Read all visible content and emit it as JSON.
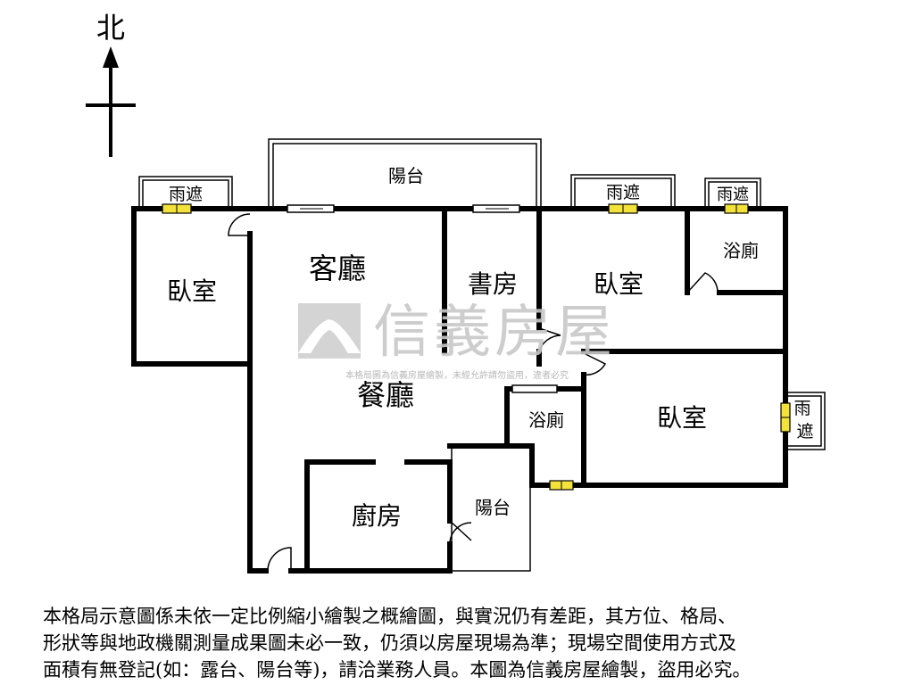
{
  "compass": {
    "north_label": "北"
  },
  "rooms": {
    "balcony_top": "陽台",
    "awning_top_left": "雨遮",
    "awning_top_mid": "雨遮",
    "awning_top_right": "雨遮",
    "awning_right": "雨遮",
    "bedroom_left": "臥室",
    "living_room": "客廳",
    "study": "書房",
    "bedroom_mid": "臥室",
    "bath_top_right": "浴廁",
    "dining_room": "餐廳",
    "bath_center": "浴廁",
    "bedroom_right": "臥室",
    "kitchen": "廚房",
    "balcony_small": "陽台"
  },
  "watermark": {
    "brand": "信義房屋",
    "notice": "本格局圖為信義房屋繪製，未經允許請勿盜用，違者必究"
  },
  "disclaimer": {
    "line1": "本格局示意圖係未依一定比例縮小繪製之概繪圖，與實況仍有差距，其方位、格局、",
    "line2": "形狀等與地政機關測量成果圖未必一致，仍須以房屋現場為準；現場空間使用方式及",
    "line3": "面積有無登記(如：露台、陽台等)，請洽業務人員。本圖為信義房屋繪製，盜用必究。"
  },
  "colors": {
    "wall": "#000000",
    "window": "#f2e23a",
    "watermark": "#c8c8c8"
  }
}
